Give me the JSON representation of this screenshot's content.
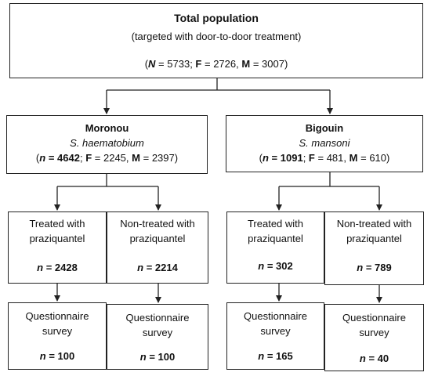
{
  "top": {
    "title": "Total population",
    "subtitle": "(targeted with door-to-door treatment)",
    "stats": {
      "n_label": "N",
      "n_value": "5733",
      "f_label": "F",
      "f_value": "2726",
      "m_label": "M",
      "m_value": "3007"
    }
  },
  "left": {
    "name": "Moronou",
    "species": "S. haematobium",
    "stats": {
      "n_label": "n",
      "n_value": "4642",
      "f_label": "F",
      "f_value": "2245",
      "m_label": "M",
      "m_value": "2397"
    },
    "treated": {
      "line1": "Treated with",
      "line2": "praziquantel",
      "n_label": "n",
      "n_value": "2428"
    },
    "nontreated": {
      "line1": "Non-treated with",
      "line2": "praziquantel",
      "n_label": "n",
      "n_value": "2214"
    },
    "survey_treated": {
      "line1": "Questionnaire",
      "line2": "survey",
      "n_label": "n",
      "n_value": "100"
    },
    "survey_nontreated": {
      "line1": "Questionnaire",
      "line2": "survey",
      "n_label": "n",
      "n_value": "100"
    }
  },
  "right": {
    "name": "Bigouin",
    "species": "S. mansoni",
    "stats": {
      "n_label": "n",
      "n_value": "1091",
      "f_label": "F",
      "f_value": "481",
      "m_label": "M",
      "m_value": "610"
    },
    "treated": {
      "line1": "Treated with",
      "line2": "praziquantel",
      "n_label": "n",
      "n_value": "302"
    },
    "nontreated": {
      "line1": "Non-treated with",
      "line2": "praziquantel",
      "n_label": "n",
      "n_value": "789"
    },
    "survey_treated": {
      "line1": "Questionnaire",
      "line2": "survey",
      "n_label": "n",
      "n_value": "165"
    },
    "survey_nontreated": {
      "line1": "Questionnaire",
      "line2": "survey",
      "n_label": "n",
      "n_value": "40"
    }
  }
}
